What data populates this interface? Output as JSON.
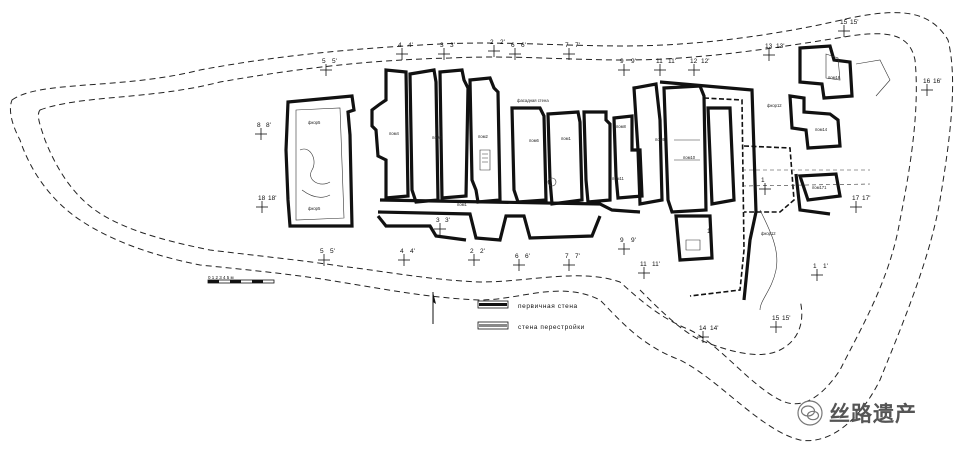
{
  "plan": {
    "room_labels": [
      "фкор5",
      "пом4",
      "пом3",
      "пом2",
      "пом6",
      "пом1",
      "пом8",
      "пом9",
      "пом10",
      "пом11",
      "фкор12",
      "пом16",
      "пом14",
      "пом171",
      "фкор12",
      "пом1"
    ],
    "section_marks": [
      "5",
      "5'",
      "4",
      "4'",
      "3",
      "3'",
      "2",
      "2'",
      "6",
      "6'",
      "7",
      "7'",
      "9",
      "9'",
      "11",
      "11'",
      "12",
      "12'",
      "8",
      "8'",
      "13",
      "13'",
      "14",
      "14'",
      "15",
      "15'",
      "16",
      "16'",
      "17",
      "17'",
      "1",
      "1'",
      "18",
      "18'"
    ],
    "scale_label": "0 1 2 3 4 5 м",
    "note_label": "фасадная стена"
  },
  "legend": {
    "primary_wall": "первичная  стена",
    "rebuild_wall": "стена  перестройки"
  },
  "watermark": {
    "text": "丝路遗产"
  }
}
